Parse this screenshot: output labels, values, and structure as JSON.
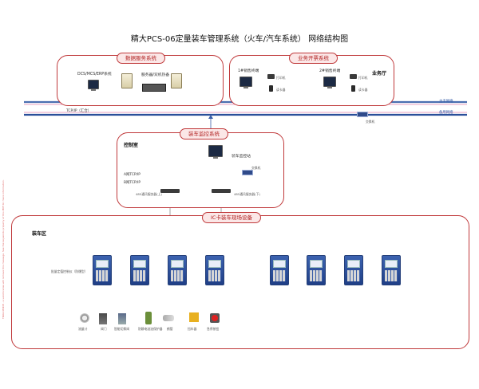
{
  "title": "精大PCS-06定量装车管理系统（火车/汽车系统） 网络结构图",
  "side_note": "TRIAL MODE - a valid license will remove this message. See the keywords property of this PDF for more information.",
  "sections": {
    "data_service": "数据服务系统",
    "business": "业务开票系统",
    "monitor": "装车监控系统",
    "field": "IC卡装车现场设备"
  },
  "data_service_labels": {
    "dcs": "DCS/MCS/ERP系统",
    "server": "服务器/双机热备"
  },
  "business_labels": {
    "terminal1": "1#销售终端",
    "terminal2": "2#销售终端",
    "hall": "业务厅",
    "printer1": "打印机",
    "reader1": "读卡器",
    "printer2": "打印机",
    "reader2": "读卡器"
  },
  "bus": {
    "tcpip": "TCP/IP（汇合）",
    "right_top": "主干网络",
    "right_bottom": "备用网络",
    "switch_label": "交换机"
  },
  "monitor_labels": {
    "room": "控制室",
    "station": "装车监控站",
    "switch": "交换机",
    "net_a": "A网TCP/IP",
    "net_b": "B网TCP/IP",
    "hub_left": "485通讯服务器(上)",
    "hub_right": "485通讯服务器(下)"
  },
  "field_labels": {
    "area": "装车区",
    "controller": "批量定值控制仪（防爆型）"
  },
  "field_devices": [
    "流量计",
    "阀门",
    "智能切换阀",
    "防静电溢油保护器",
    "鹤管",
    "挡车器",
    "急停按钮"
  ],
  "colors": {
    "section_border": "#c0393b",
    "bus_blue": "#4a6fb0",
    "bus_pink": "#e9a0c0",
    "panel_blue": "#2f52a0"
  }
}
